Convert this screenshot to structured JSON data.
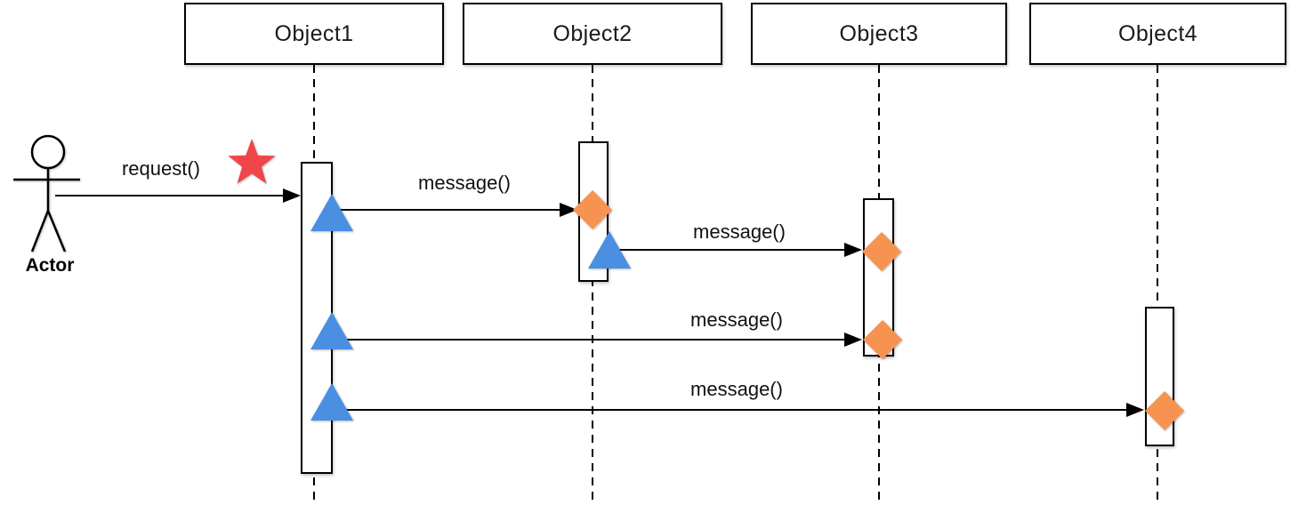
{
  "diagram": {
    "type": "uml-sequence-diagram",
    "actor": {
      "label": "Actor"
    },
    "objects": [
      {
        "id": "Object1",
        "label": "Object1"
      },
      {
        "id": "Object2",
        "label": "Object2"
      },
      {
        "id": "Object3",
        "label": "Object3"
      },
      {
        "id": "Object4",
        "label": "Object4"
      }
    ],
    "messages": [
      {
        "label": "request()",
        "from": "Actor",
        "to": "Object1",
        "start_marker": "none",
        "end_marker": "orange-diamond-none",
        "annotation": "red-star"
      },
      {
        "label": "message()",
        "from": "Object1",
        "to": "Object2",
        "start_marker": "blue-triangle",
        "end_marker": "orange-diamond"
      },
      {
        "label": "message()",
        "from": "Object2",
        "to": "Object3",
        "start_marker": "blue-triangle",
        "end_marker": "orange-diamond"
      },
      {
        "label": "message()",
        "from": "Object1",
        "to": "Object3",
        "start_marker": "blue-triangle",
        "end_marker": "orange-diamond"
      },
      {
        "label": "message()",
        "from": "Object1",
        "to": "Object4",
        "start_marker": "blue-triangle",
        "end_marker": "orange-diamond"
      }
    ],
    "markers": {
      "star_color": "#EF4649",
      "triangle_color": "#4A8FE2",
      "diamond_color": "#F79350"
    },
    "colors": {
      "line": "#000000",
      "fill": "#FFFFFF",
      "text": "#1A1A1A"
    }
  }
}
